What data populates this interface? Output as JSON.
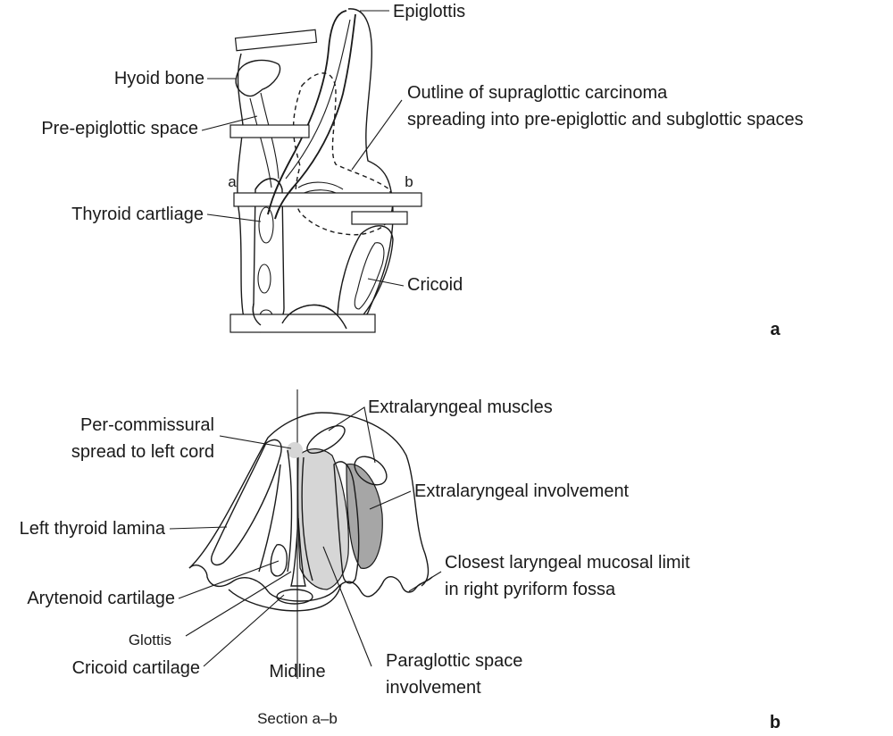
{
  "panel_a": {
    "labels": {
      "epiglottis": "Epiglottis",
      "hyoid_bone": "Hyoid bone",
      "pre_epiglottic_space": "Pre-epiglottic space",
      "outline_line1": "Outline of supraglottic carcinoma",
      "outline_line2": "spreading into pre-epiglottic and subglottic spaces",
      "marker_a": "a",
      "marker_b": "b",
      "thyroid_cartilage": "Thyroid cartliage",
      "cricoid": "Cricoid"
    },
    "panel_letter": "a"
  },
  "panel_b": {
    "labels": {
      "per_commissural_line1": "Per-commissural",
      "per_commissural_line2": "spread to left cord",
      "extralaryngeal_muscles": "Extralaryngeal muscles",
      "extralaryngeal_involvement": "Extralaryngeal involvement",
      "left_thyroid_lamina": "Left thyroid lamina",
      "closest_mucosal_line1": "Closest laryngeal mucosal limit",
      "closest_mucosal_line2": "in right pyriform fossa",
      "arytenoid_cartilage": "Arytenoid cartilage",
      "glottis": "Glottis",
      "cricoid_cartilage": "Cricoid cartilage",
      "midline": "Midline",
      "paraglottic_line1": "Paraglottic space",
      "paraglottic_line2": "involvement"
    },
    "caption": "Section a–b",
    "panel_letter": "b"
  },
  "colors": {
    "line": "#1a1a1a",
    "light_grey_region": "#d6d6d6",
    "dark_grey_region": "#a6a6a6",
    "background": "#ffffff"
  }
}
